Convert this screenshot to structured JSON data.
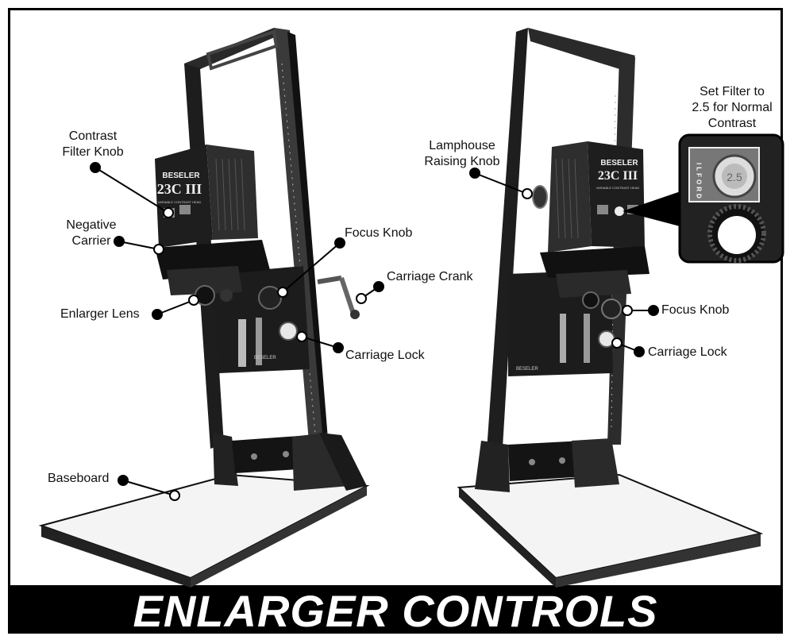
{
  "title": "ENLARGER CONTROLS",
  "brand": "BESELER",
  "model": "23C III",
  "head_label": "VARIABLE CONTRAST HEAD",
  "left_view": {
    "labels": {
      "contrast_filter_knob": [
        "Contrast",
        "Filter Knob"
      ],
      "negative_carrier": [
        "Negative",
        "Carrier"
      ],
      "enlarger_lens": "Enlarger Lens",
      "focus_knob": "Focus Knob",
      "carriage_crank": "Carriage Crank",
      "carriage_lock": "Carriage Lock",
      "baseboard": "Baseboard"
    }
  },
  "right_view": {
    "labels": {
      "lamphouse_raising_knob": [
        "Lamphouse",
        "Raising Knob"
      ],
      "set_filter": [
        "Set Filter to",
        "2.5 for Normal",
        "Contrast"
      ],
      "focus_knob": "Focus Knob",
      "carriage_lock": "Carriage Lock"
    },
    "inset": {
      "dial_brand": "ILFORD",
      "dial_value": "2.5"
    }
  },
  "colors": {
    "frame": "#000000",
    "title_bg": "#000000",
    "title_text": "#ffffff",
    "baseboard": "#ffffff",
    "metal": "#1a1a1a"
  }
}
